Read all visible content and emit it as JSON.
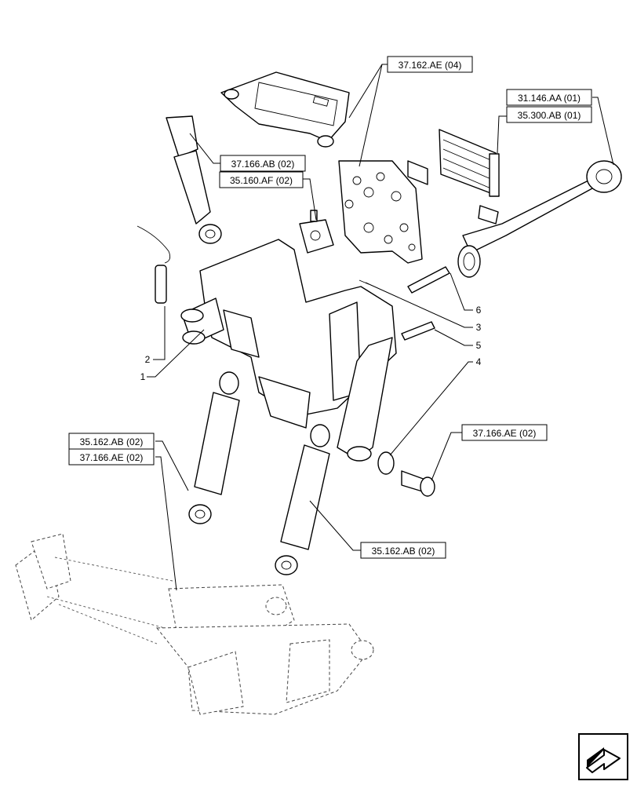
{
  "references": {
    "r1": "37.162.AE (04)",
    "r2": "31.146.AA (01)",
    "r3": "35.300.AB (01)",
    "r4": "37.166.AB (02)",
    "r5": "35.160.AF (02)",
    "r6": "37.166.AE (02)",
    "r7": "35.162.AB (02)",
    "r8": "37.166.AE (02)",
    "r9": "35.162.AB (02)"
  },
  "callouts": {
    "n1": "1",
    "n2": "2",
    "n3": "3",
    "n4": "4",
    "n5": "5",
    "n6": "6"
  },
  "icons": {
    "navigation": "next-page-arrow-icon"
  }
}
